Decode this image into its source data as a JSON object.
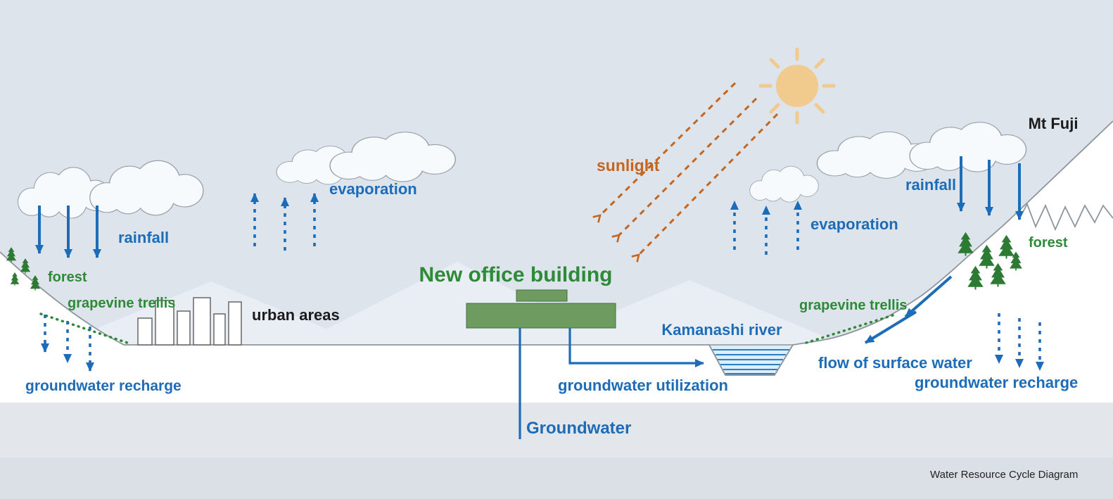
{
  "title": "Water Resource Cycle Diagram",
  "colors": {
    "label_blue": "#1d6cb8",
    "label_green": "#2f8a37",
    "label_orange": "#c4661f",
    "sun": "#f1ca8e",
    "building_green": "#6d9b60",
    "sky": "#dde4ec",
    "river_water": "#dbeef9",
    "river_stripe": "#2a7fc1",
    "tree_green": "#2c7a33"
  },
  "labels": {
    "rainfall_left": "rainfall",
    "forest_left": "forest",
    "grapevine_trellis_left": "grapevine trellis",
    "groundwater_recharge_left": "groundwater recharge",
    "evaporation_left": "evaporation",
    "urban_areas": "urban areas",
    "new_office_building": "New office building",
    "groundwater": "Groundwater",
    "groundwater_utilization": "groundwater utilization",
    "kamanashi_river": "Kamanashi river",
    "sunlight": "sunlight",
    "evaporation_right": "evaporation",
    "rainfall_right": "rainfall",
    "mt_fuji": "Mt Fuji",
    "forest_right": "forest",
    "grapevine_trellis_right": "grapevine trellis",
    "flow_of_surface_water": "flow of surface water",
    "groundwater_recharge_right": "groundwater recharge",
    "caption": "Water Resource Cycle Diagram"
  }
}
